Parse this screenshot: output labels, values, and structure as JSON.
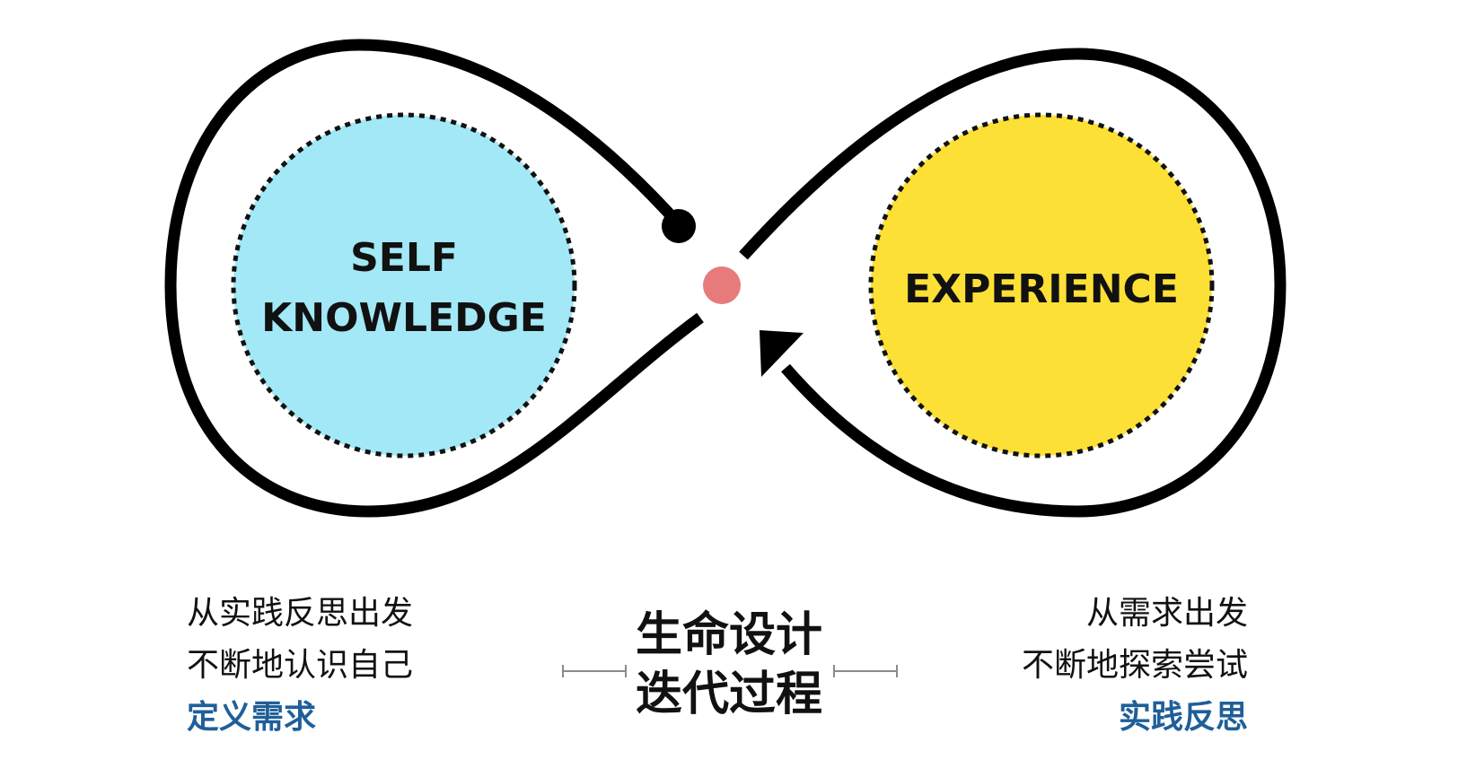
{
  "diagram": {
    "left_circle": {
      "line1": "SELF",
      "line2": "KNOWLEDGE",
      "fill_color": "#a3e8f6"
    },
    "right_circle": {
      "label": "EXPERIENCE",
      "fill_color": "#fde036"
    },
    "center_dot_color": "#e77b7b",
    "loop_color": "#000000"
  },
  "captions": {
    "left": {
      "line1": "从实践反思出发",
      "line2": "不断地认识自己",
      "highlight": "定义需求"
    },
    "right": {
      "line1": "从需求出发",
      "line2": "不断地探索尝试",
      "highlight": "实践反思"
    },
    "center": {
      "line1": "生命设计",
      "line2": "迭代过程"
    },
    "accent_color": "#1f5f99"
  }
}
